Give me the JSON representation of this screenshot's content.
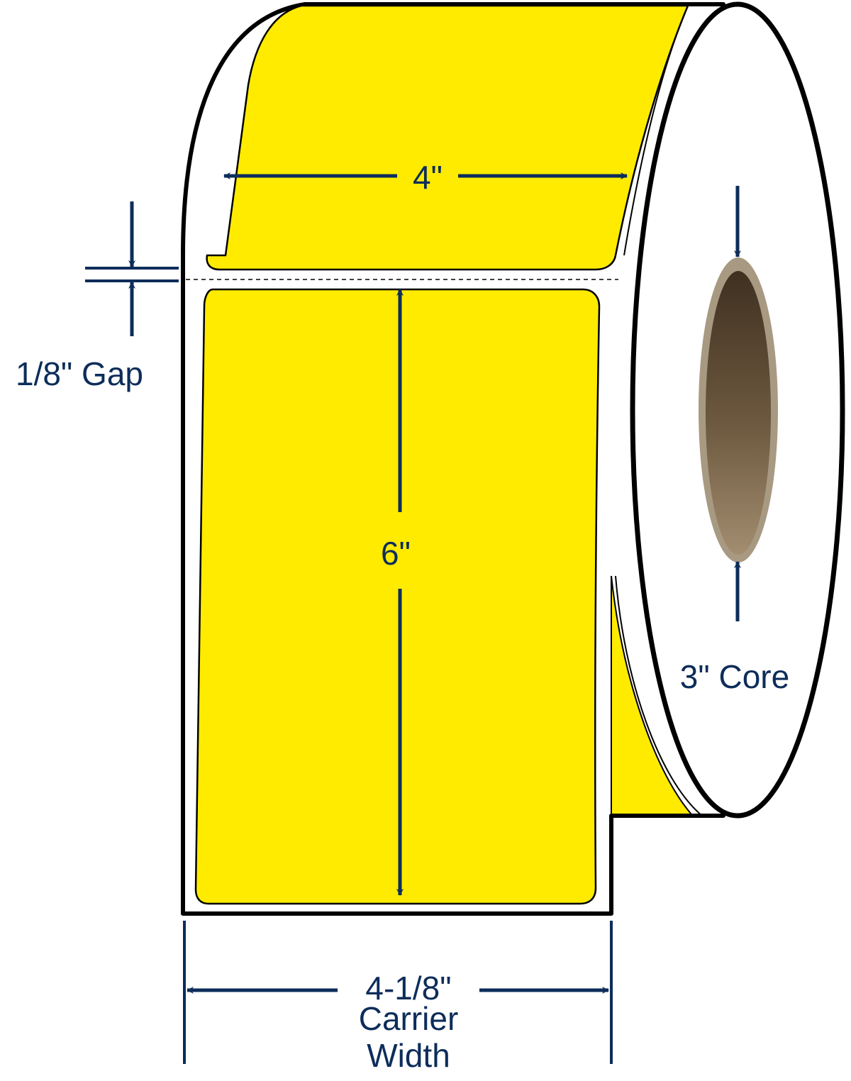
{
  "labels": {
    "label_width": "4\"",
    "label_height": "6\"",
    "gap": "1/8\" Gap",
    "core": "3\" Core",
    "carrier_line1": "4-1/8\"",
    "carrier_line2": "Carrier",
    "carrier_line3": "Width"
  },
  "colors": {
    "label_fill": "#FFEB00",
    "label_fill_shadow": "#F2D900",
    "dimension_navy": "#0D2D5A",
    "outline": "#000000",
    "core_rim": "#A89A82",
    "core_inner_dark": "#4A3A28",
    "core_inner_light": "#9A8468"
  }
}
